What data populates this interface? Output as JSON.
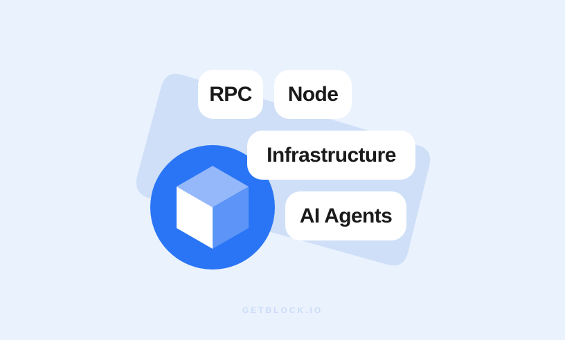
{
  "colors": {
    "background": "#eaf2fe",
    "back_card": "#cfdff8",
    "circle": "#2a75f5",
    "cube_top": "#94b8fa",
    "cube_left": "#ffffff",
    "cube_right": "#5c95f7",
    "pill_bg": "#ffffff",
    "pill_text": "#1a1a1a",
    "footer_text": "#cbdcf8"
  },
  "logo": {
    "icon": "cube-icon"
  },
  "tags": [
    {
      "label": "RPC"
    },
    {
      "label": "Node"
    },
    {
      "label": "Infrastructure"
    },
    {
      "label": "AI Agents"
    }
  ],
  "footer": {
    "brand": "GETBLOCK.IO"
  }
}
